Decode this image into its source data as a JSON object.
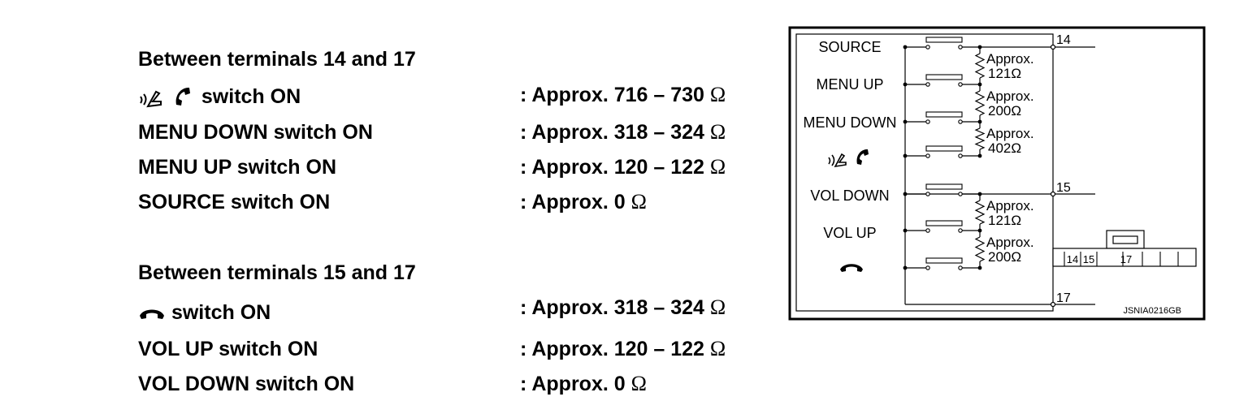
{
  "table": {
    "group1": {
      "heading": "Between terminals 14 and 17",
      "rows": [
        {
          "label": "switch ON",
          "icons": [
            "voice-icon",
            "phone-pickup-icon"
          ],
          "value": ": Approx. 716 – 730",
          "unit": "Ω"
        },
        {
          "label": "MENU DOWN switch ON",
          "value": ": Approx. 318 – 324",
          "unit": "Ω"
        },
        {
          "label": "MENU UP switch ON",
          "value": ": Approx. 120 – 122",
          "unit": "Ω"
        },
        {
          "label": "SOURCE switch ON",
          "value": ": Approx. 0",
          "unit": "Ω"
        }
      ]
    },
    "group2": {
      "heading": "Between terminals 15 and 17",
      "rows": [
        {
          "label": "switch ON",
          "icons": [
            "phone-hangup-icon"
          ],
          "value": ": Approx. 318 – 324",
          "unit": "Ω"
        },
        {
          "label": "VOL UP switch ON",
          "value": ": Approx. 120 – 122",
          "unit": "Ω"
        },
        {
          "label": "VOL DOWN switch ON",
          "value": ": Approx. 0",
          "unit": "Ω"
        }
      ]
    }
  },
  "diagram": {
    "switches": [
      "SOURCE",
      "MENU UP",
      "MENU DOWN",
      "VOL DOWN",
      "VOL UP"
    ],
    "resistors": [
      {
        "line1": "Approx.",
        "line2": "121Ω"
      },
      {
        "line1": "Approx.",
        "line2": "200Ω"
      },
      {
        "line1": "Approx.",
        "line2": "402Ω"
      },
      {
        "line1": "Approx.",
        "line2": "121Ω"
      },
      {
        "line1": "Approx.",
        "line2": "200Ω"
      }
    ],
    "terminals": [
      "14",
      "15",
      "17"
    ],
    "connector_pins": [
      "14",
      "15",
      "17"
    ],
    "figure_id": "JSNIA0216GB"
  }
}
